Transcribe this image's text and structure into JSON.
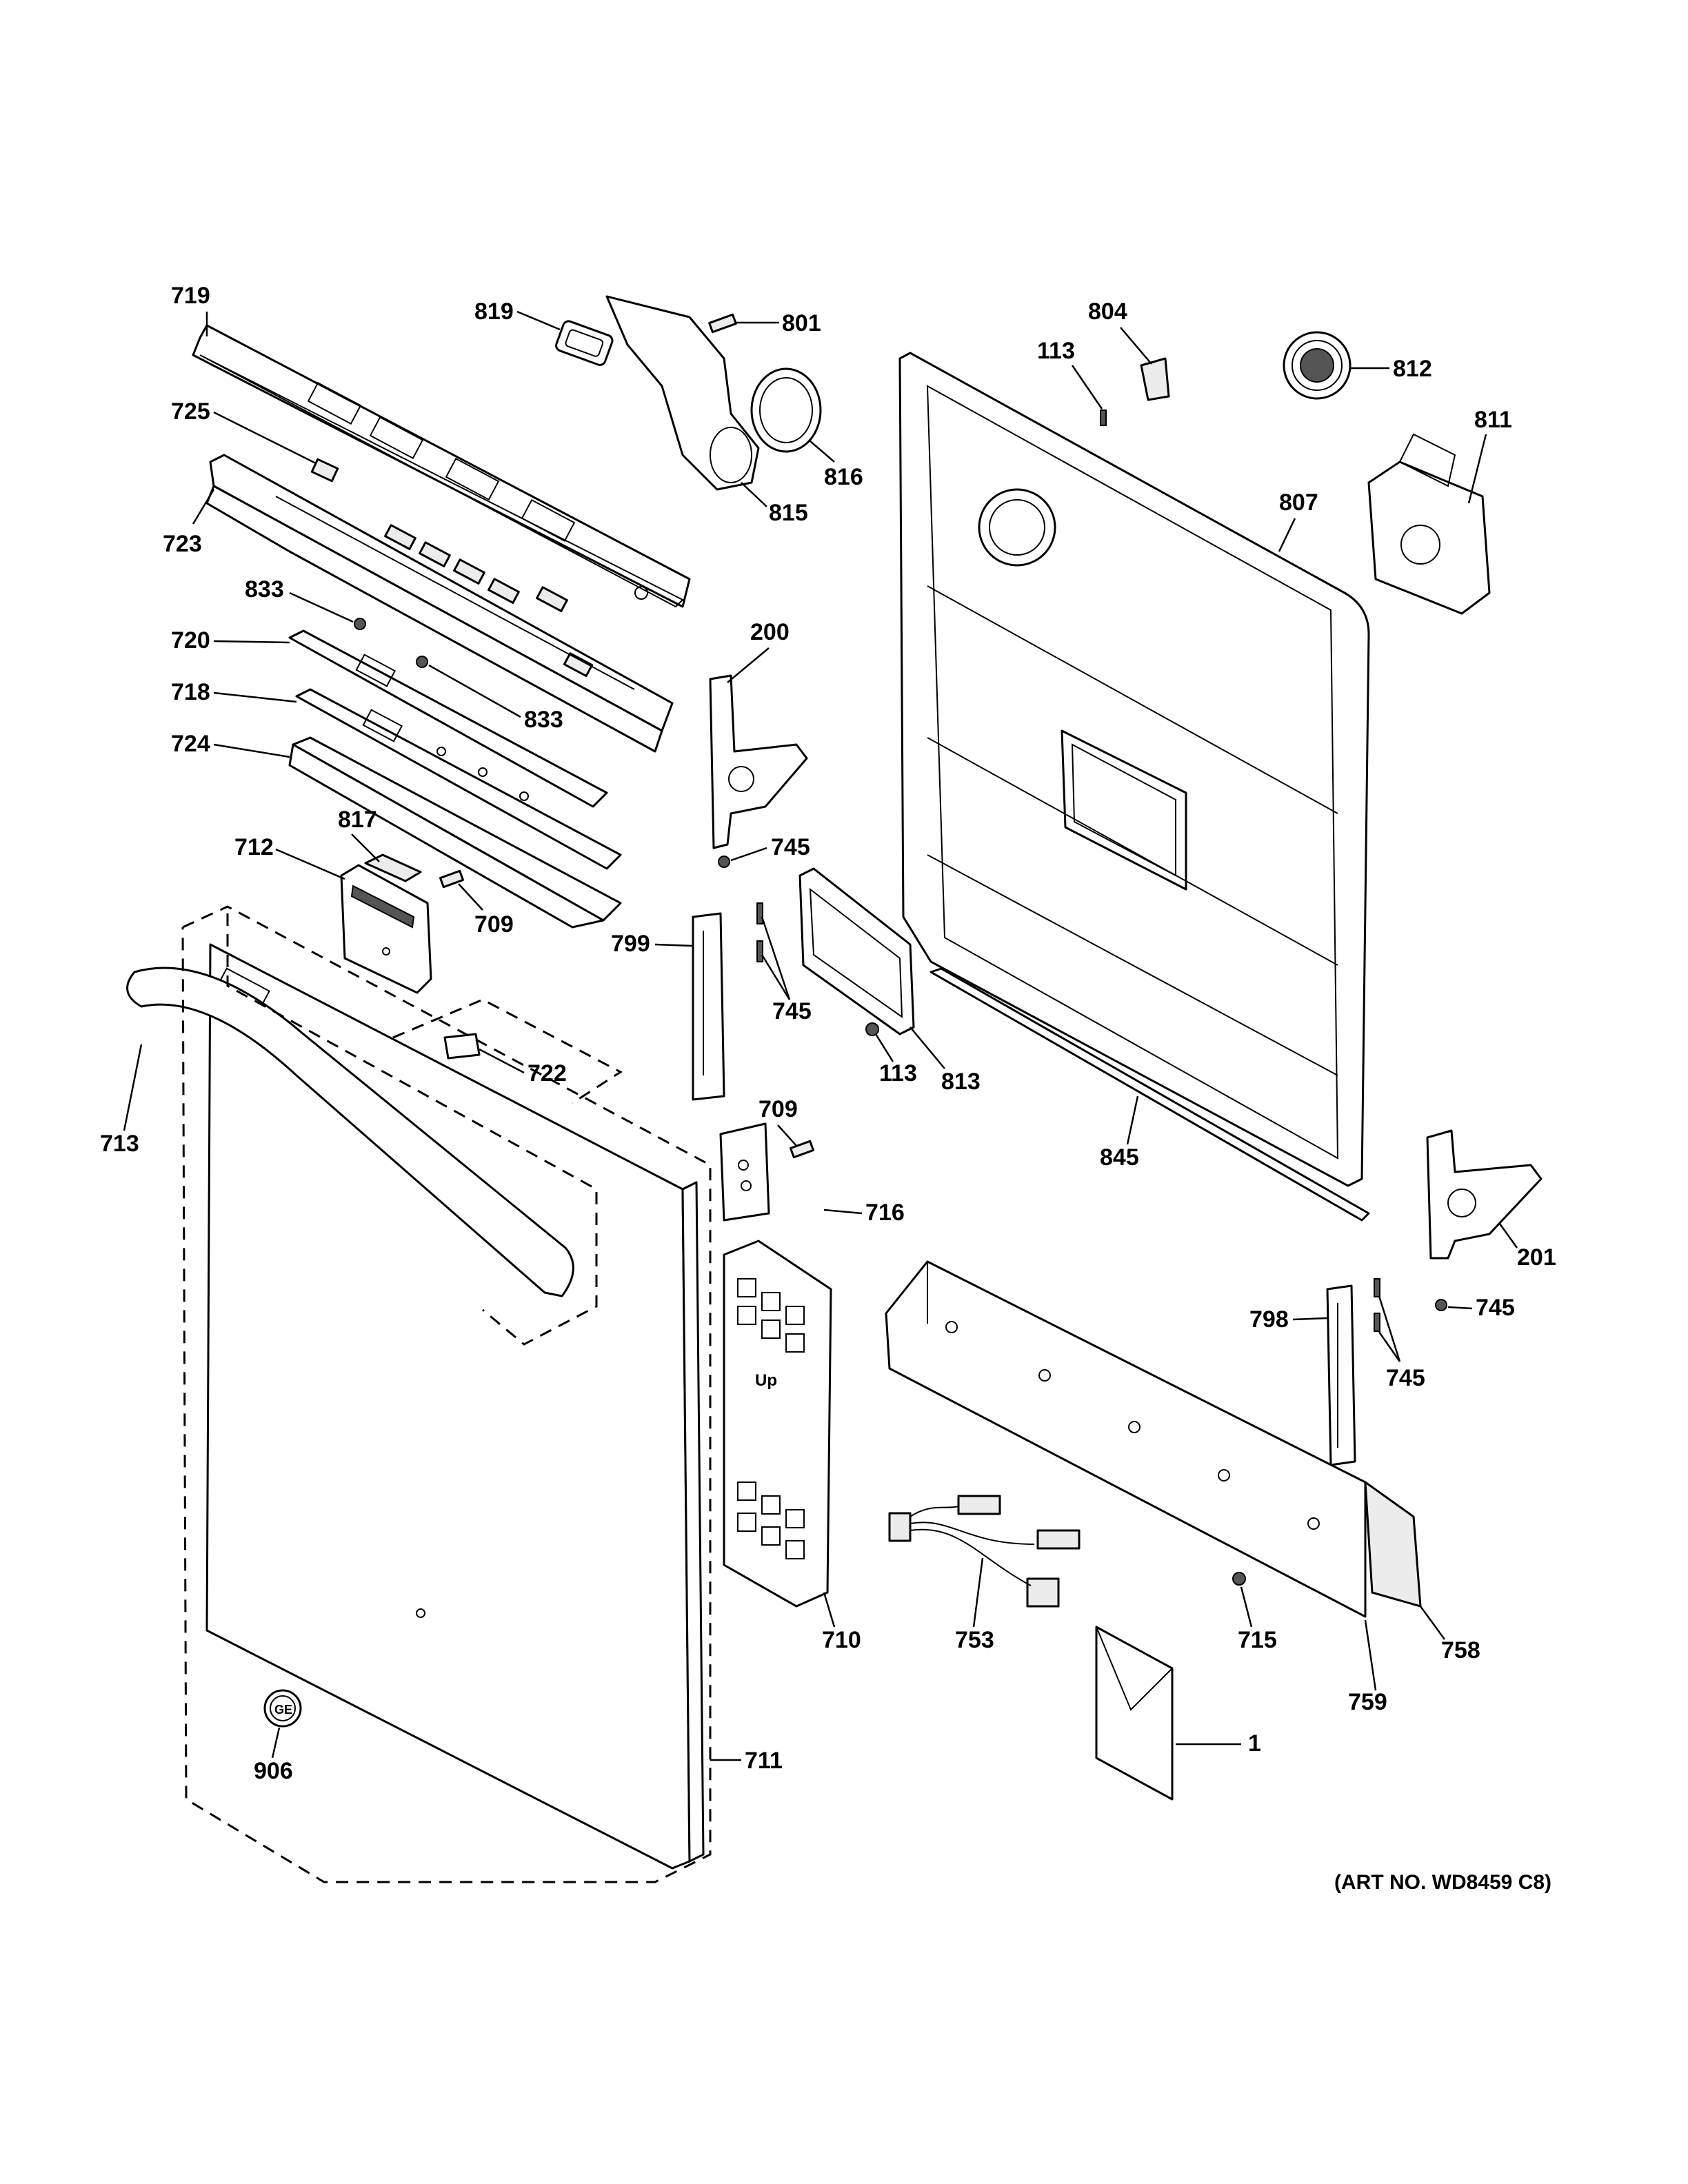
{
  "callouts": [
    {
      "id": "719",
      "text": "719"
    },
    {
      "id": "819",
      "text": "819"
    },
    {
      "id": "801",
      "text": "801"
    },
    {
      "id": "804",
      "text": "804"
    },
    {
      "id": "113a",
      "text": "113"
    },
    {
      "id": "812",
      "text": "812"
    },
    {
      "id": "725",
      "text": "725"
    },
    {
      "id": "816",
      "text": "816"
    },
    {
      "id": "811",
      "text": "811"
    },
    {
      "id": "723",
      "text": "723"
    },
    {
      "id": "815",
      "text": "815"
    },
    {
      "id": "807",
      "text": "807"
    },
    {
      "id": "833a",
      "text": "833"
    },
    {
      "id": "200",
      "text": "200"
    },
    {
      "id": "720",
      "text": "720"
    },
    {
      "id": "833b",
      "text": "833"
    },
    {
      "id": "718",
      "text": "718"
    },
    {
      "id": "724",
      "text": "724"
    },
    {
      "id": "745a",
      "text": "745"
    },
    {
      "id": "817",
      "text": "817"
    },
    {
      "id": "712",
      "text": "712"
    },
    {
      "id": "709a",
      "text": "709"
    },
    {
      "id": "799",
      "text": "799"
    },
    {
      "id": "745b",
      "text": "745"
    },
    {
      "id": "722",
      "text": "722"
    },
    {
      "id": "113b",
      "text": "113"
    },
    {
      "id": "813",
      "text": "813"
    },
    {
      "id": "713",
      "text": "713"
    },
    {
      "id": "709b",
      "text": "709"
    },
    {
      "id": "845",
      "text": "845"
    },
    {
      "id": "716",
      "text": "716"
    },
    {
      "id": "201",
      "text": "201"
    },
    {
      "id": "798",
      "text": "798"
    },
    {
      "id": "745c",
      "text": "745"
    },
    {
      "id": "745d",
      "text": "745"
    },
    {
      "id": "715",
      "text": "715"
    },
    {
      "id": "758",
      "text": "758"
    },
    {
      "id": "710",
      "text": "710"
    },
    {
      "id": "753",
      "text": "753"
    },
    {
      "id": "759",
      "text": "759"
    },
    {
      "id": "1",
      "text": "1"
    },
    {
      "id": "711",
      "text": "711"
    },
    {
      "id": "906",
      "text": "906"
    }
  ],
  "art_number": "(ART NO. WD8459 C8)",
  "stamped_text": {
    "up_marking": "Up",
    "logo": "GE"
  }
}
